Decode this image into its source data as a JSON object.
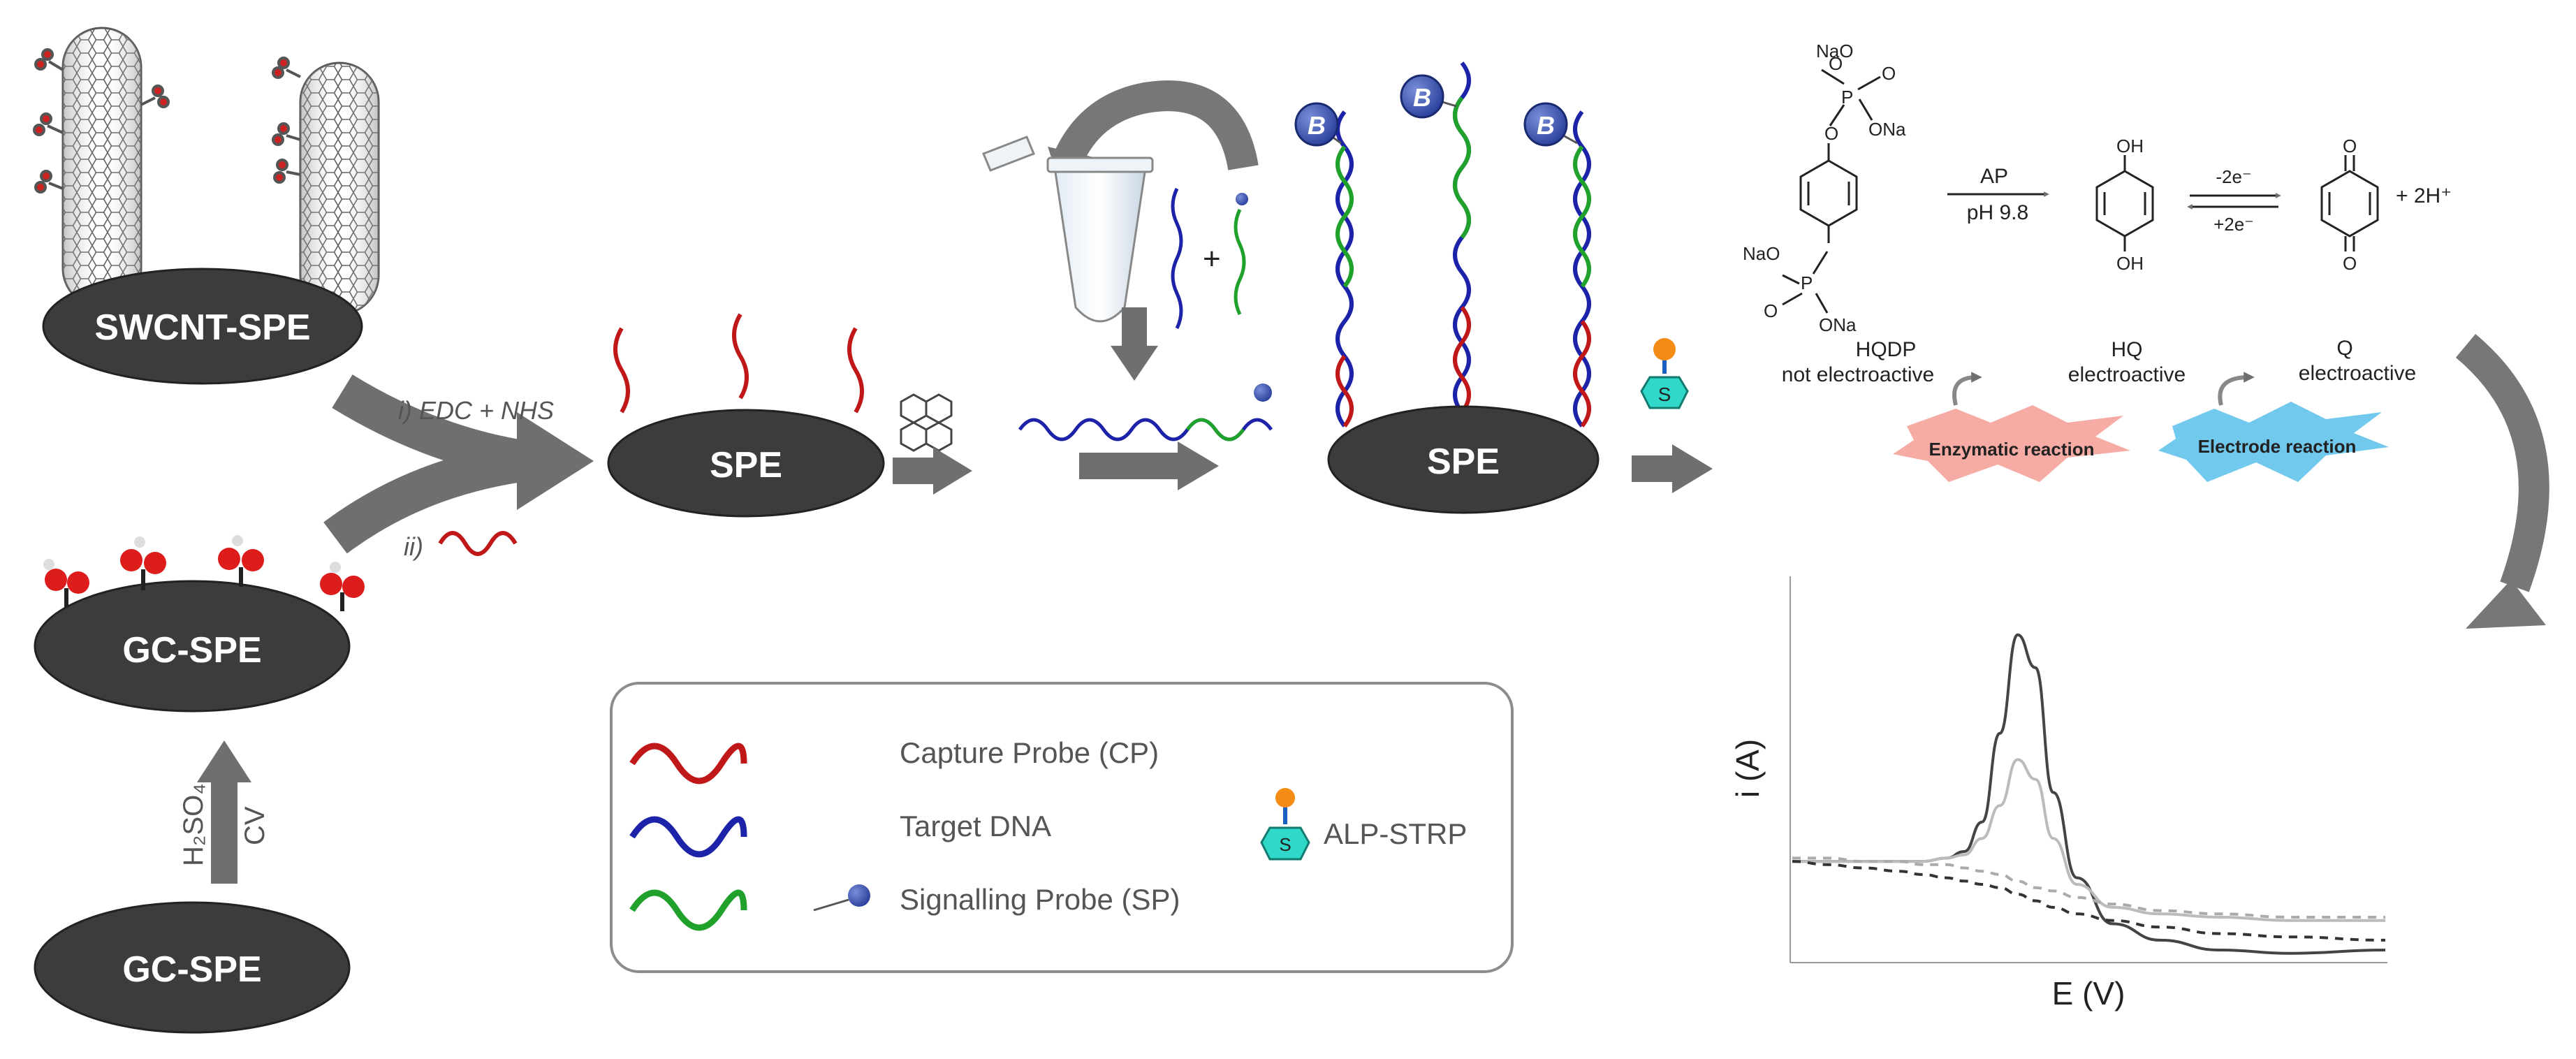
{
  "electrodes": {
    "swcnt": "SWCNT-SPE",
    "gc_top": "GC-SPE",
    "gc_bottom": "GC-SPE",
    "spe1": "SPE",
    "spe2": "SPE"
  },
  "steps": {
    "step_i": "i) EDC + NHS",
    "step_ii": "ii)",
    "acid": "H₂SO₄",
    "cv": "CV",
    "plus": "+",
    "biotin": "B",
    "strep": "S"
  },
  "reaction": {
    "nao1": "NaO",
    "o_top": "O",
    "p1": "P",
    "o_eq1": "O",
    "ona1": "ONa",
    "o_ring1": "O",
    "nao2": "NaO",
    "p2": "P",
    "o_eq2": "O",
    "ona2": "ONa",
    "oh_top": "OH",
    "oh_bottom": "OH",
    "o_q_top": "O",
    "o_q_bottom": "O",
    "ap": "AP",
    "ph": "pH 9.8",
    "minus2e": "-2e⁻",
    "plus2e": "+2e⁻",
    "h_plus": "+ 2H⁺",
    "hqdp_1": "HQDP",
    "hqdp_2": "not electroactive",
    "hq_1": "HQ",
    "hq_2": "electroactive",
    "q_1": "Q",
    "q_2": "electroactive",
    "enzymatic": "Enzymatic reaction",
    "electrode": "Electrode reaction"
  },
  "legend": {
    "capture": "Capture Probe (CP)",
    "target": "Target DNA",
    "signalling": "Signalling Probe (SP)",
    "alp": "ALP-STRP"
  },
  "chart_data": {
    "type": "line",
    "xlabel": "E (V)",
    "ylabel": "i (A)",
    "x": [
      0.0,
      0.06,
      0.12,
      0.18,
      0.22,
      0.26,
      0.29,
      0.32,
      0.35,
      0.38,
      0.41,
      0.44,
      0.48,
      0.54,
      0.62,
      0.72,
      0.84,
      1.0
    ],
    "series": [
      {
        "values": [
          0.27,
          0.27,
          0.27,
          0.27,
          0.27,
          0.28,
          0.3,
          0.39,
          0.66,
          0.96,
          0.86,
          0.48,
          0.22,
          0.08,
          0.03,
          0.0,
          -0.01,
          0.0
        ],
        "style": "solid",
        "color": "#444444"
      },
      {
        "values": [
          0.27,
          0.27,
          0.27,
          0.27,
          0.27,
          0.28,
          0.29,
          0.34,
          0.44,
          0.58,
          0.52,
          0.34,
          0.2,
          0.13,
          0.11,
          0.1,
          0.09,
          0.09
        ],
        "style": "solid",
        "color": "#bbbbbb"
      },
      {
        "values": [
          0.27,
          0.26,
          0.25,
          0.24,
          0.23,
          0.22,
          0.21,
          0.2,
          0.19,
          0.17,
          0.15,
          0.13,
          0.11,
          0.09,
          0.07,
          0.05,
          0.04,
          0.03
        ],
        "style": "dashed",
        "color": "#333333"
      },
      {
        "values": [
          0.28,
          0.28,
          0.27,
          0.27,
          0.26,
          0.26,
          0.25,
          0.24,
          0.23,
          0.21,
          0.19,
          0.18,
          0.16,
          0.14,
          0.12,
          0.11,
          0.1,
          0.1
        ],
        "style": "dashed",
        "color": "#aaaaaa"
      }
    ]
  }
}
